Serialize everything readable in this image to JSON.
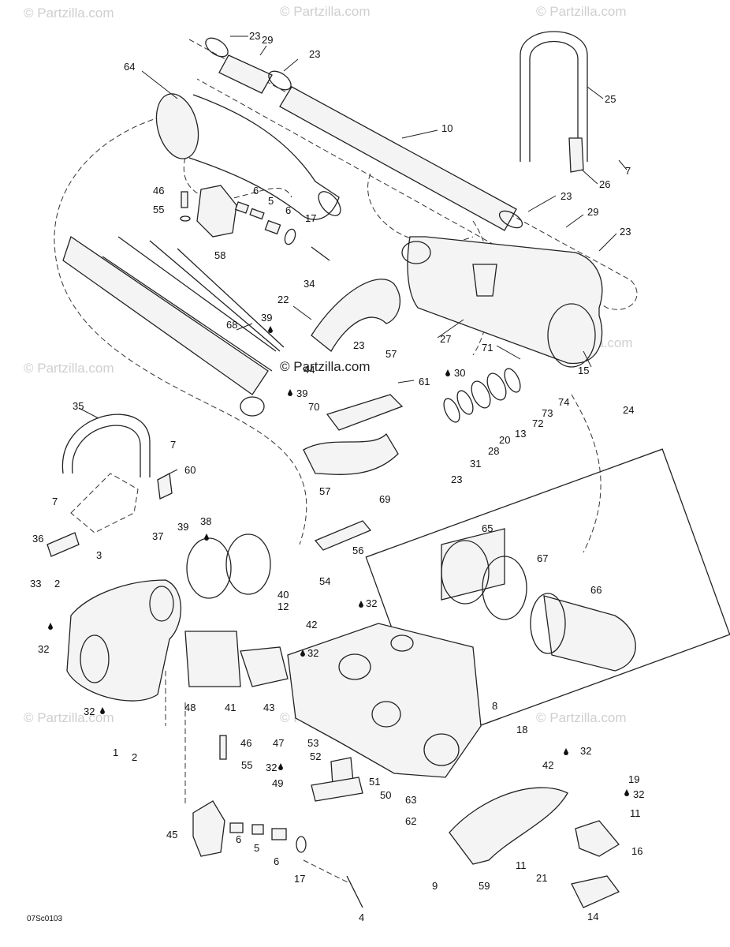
{
  "watermarks": [
    {
      "text": "© Partzilla.com"
    },
    {
      "text": "© Partzilla.com"
    },
    {
      "text": "© Partzilla.com"
    },
    {
      "text": "© Partzilla.com"
    },
    {
      "text": "© Partzilla.com"
    },
    {
      "text": "© Partzilla.com"
    },
    {
      "text": "© Partzilla.com"
    },
    {
      "text": "© Partzilla.com"
    }
  ],
  "center_watermark": "© Partzilla.com",
  "diagram_code": "07Sc0103",
  "callouts": [
    {
      "n": "23"
    },
    {
      "n": "29"
    },
    {
      "n": "23"
    },
    {
      "n": "64"
    },
    {
      "n": "25"
    },
    {
      "n": "10"
    },
    {
      "n": "7"
    },
    {
      "n": "26"
    },
    {
      "n": "46"
    },
    {
      "n": "6"
    },
    {
      "n": "5"
    },
    {
      "n": "55"
    },
    {
      "n": "6"
    },
    {
      "n": "17"
    },
    {
      "n": "58"
    },
    {
      "n": "34"
    },
    {
      "n": "23"
    },
    {
      "n": "29"
    },
    {
      "n": "23"
    },
    {
      "n": "22"
    },
    {
      "n": "68"
    },
    {
      "n": "39"
    },
    {
      "n": "23"
    },
    {
      "n": "44"
    },
    {
      "n": "57"
    },
    {
      "n": "27"
    },
    {
      "n": "71"
    },
    {
      "n": "30"
    },
    {
      "n": "15"
    },
    {
      "n": "61"
    },
    {
      "n": "39"
    },
    {
      "n": "74"
    },
    {
      "n": "24"
    },
    {
      "n": "35"
    },
    {
      "n": "70"
    },
    {
      "n": "73"
    },
    {
      "n": "72"
    },
    {
      "n": "13"
    },
    {
      "n": "20"
    },
    {
      "n": "28"
    },
    {
      "n": "31"
    },
    {
      "n": "7"
    },
    {
      "n": "60"
    },
    {
      "n": "23"
    },
    {
      "n": "7"
    },
    {
      "n": "69"
    },
    {
      "n": "57"
    },
    {
      "n": "65"
    },
    {
      "n": "39"
    },
    {
      "n": "38"
    },
    {
      "n": "36"
    },
    {
      "n": "37"
    },
    {
      "n": "56"
    },
    {
      "n": "67"
    },
    {
      "n": "3"
    },
    {
      "n": "66"
    },
    {
      "n": "54"
    },
    {
      "n": "33"
    },
    {
      "n": "2"
    },
    {
      "n": "40"
    },
    {
      "n": "32"
    },
    {
      "n": "12"
    },
    {
      "n": "42"
    },
    {
      "n": "32"
    },
    {
      "n": "32"
    },
    {
      "n": "48"
    },
    {
      "n": "41"
    },
    {
      "n": "43"
    },
    {
      "n": "8"
    },
    {
      "n": "32"
    },
    {
      "n": "18"
    },
    {
      "n": "1"
    },
    {
      "n": "2"
    },
    {
      "n": "46"
    },
    {
      "n": "47"
    },
    {
      "n": "53"
    },
    {
      "n": "32"
    },
    {
      "n": "55"
    },
    {
      "n": "32"
    },
    {
      "n": "52"
    },
    {
      "n": "42"
    },
    {
      "n": "49"
    },
    {
      "n": "51"
    },
    {
      "n": "50"
    },
    {
      "n": "19"
    },
    {
      "n": "32"
    },
    {
      "n": "63"
    },
    {
      "n": "11"
    },
    {
      "n": "45"
    },
    {
      "n": "62"
    },
    {
      "n": "6"
    },
    {
      "n": "5"
    },
    {
      "n": "16"
    },
    {
      "n": "6"
    },
    {
      "n": "11"
    },
    {
      "n": "21"
    },
    {
      "n": "17"
    },
    {
      "n": "9"
    },
    {
      "n": "59"
    },
    {
      "n": "4"
    },
    {
      "n": "14"
    }
  ]
}
